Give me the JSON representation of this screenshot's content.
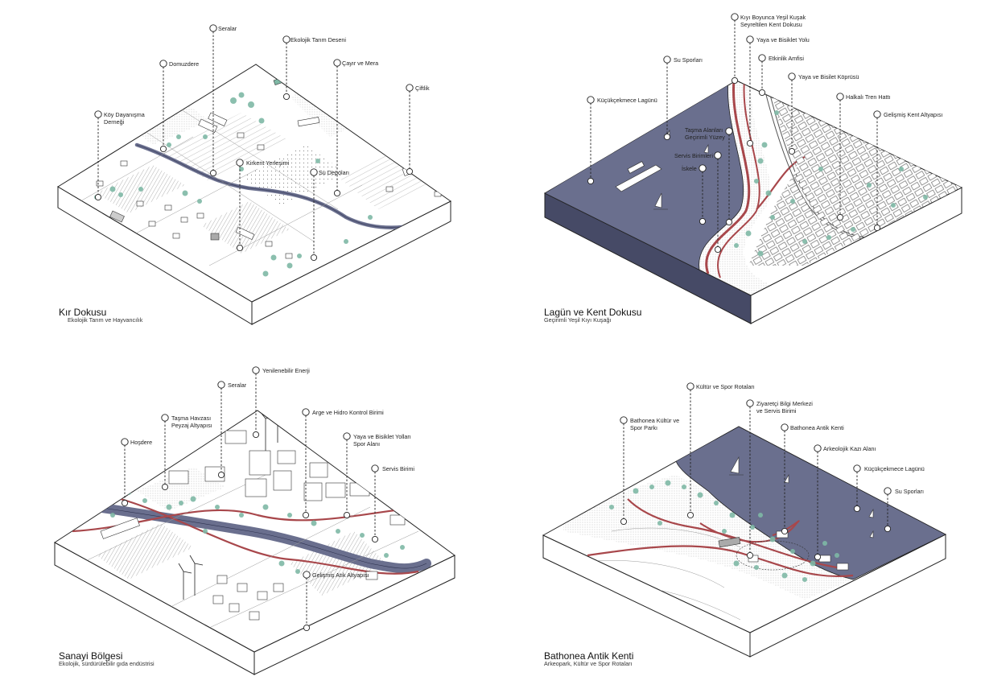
{
  "colors": {
    "lagoon": "#6a6f8e",
    "lagoon_side": "#464a66",
    "path": "#a8474b",
    "tree": "#7fb9a6",
    "building": "#ffffff",
    "line": "#222222"
  },
  "panels": [
    {
      "id": "kir",
      "title": "Kır Dokusu",
      "subtitle": "Ekolojik Tarım ve Hayvancılık",
      "labels": [
        {
          "text": "Seralar"
        },
        {
          "text": "Ekolojik Tarım Deseni"
        },
        {
          "text": "Domuzdere"
        },
        {
          "text": "Çayır ve Mera"
        },
        {
          "text": "Çiftlik"
        },
        {
          "text": "Köy Dayanışma\nDerneği"
        },
        {
          "text": "Kirkent Yerleşimi"
        },
        {
          "text": "Su Depoları"
        }
      ]
    },
    {
      "id": "lagun",
      "title": "Lagün ve Kent Dokusu",
      "subtitle": "Geçirimli Yeşil Kıyı Kuşağı",
      "labels": [
        {
          "text": "Kıyı Boyunca Yeşil Kuşak\nSeyreltilen Kent Dokusu"
        },
        {
          "text": "Yaya ve Bisiklet Yolu"
        },
        {
          "text": "Su Sporları"
        },
        {
          "text": "Etkinlik Amfisi"
        },
        {
          "text": "Yaya ve Bisilet Köprüsü"
        },
        {
          "text": "Küçükçekmece Lagünü"
        },
        {
          "text": "Halkalı Tren Hattı"
        },
        {
          "text": "Gelişmiş Kent Altyapısı"
        },
        {
          "text": "Taşma Alanları\nGeçirimli Yüzey"
        },
        {
          "text": "Servis Birimleri"
        },
        {
          "text": "İskele"
        }
      ]
    },
    {
      "id": "sanayi",
      "title": "Sanayi Bölgesi",
      "subtitle": "Ekolojik, sürdürülebilir gıda endüstrisi",
      "labels": [
        {
          "text": "Yenilenebilir Enerji"
        },
        {
          "text": "Seralar"
        },
        {
          "text": "Arge ve Hidro Kontrol Birimi"
        },
        {
          "text": "Taşma Havzası\nPeyzaj Altyapısı"
        },
        {
          "text": "Yaya ve Bisiklet Yolları\nSpor Alanı"
        },
        {
          "text": "Hoşdere"
        },
        {
          "text": "Servis Birimi"
        },
        {
          "text": "Gelişmiş Atık Altyapısı"
        }
      ]
    },
    {
      "id": "bathonea",
      "title": "Bathonea Antik Kenti",
      "subtitle": "Arkeopark, Kültür ve Spor Rotaları",
      "labels": [
        {
          "text": "Kültür ve Spor Rotaları"
        },
        {
          "text": "Ziyaretçi Bilgi Merkezi\nve Servis Birimi"
        },
        {
          "text": "Bathonea Kültür ve\nSpor Parkı"
        },
        {
          "text": "Bathonea Antik Kenti"
        },
        {
          "text": "Arkeolojik Kazı Alanı"
        },
        {
          "text": "Küçükçekmece Lagünü"
        },
        {
          "text": "Su Sporları"
        }
      ]
    }
  ]
}
